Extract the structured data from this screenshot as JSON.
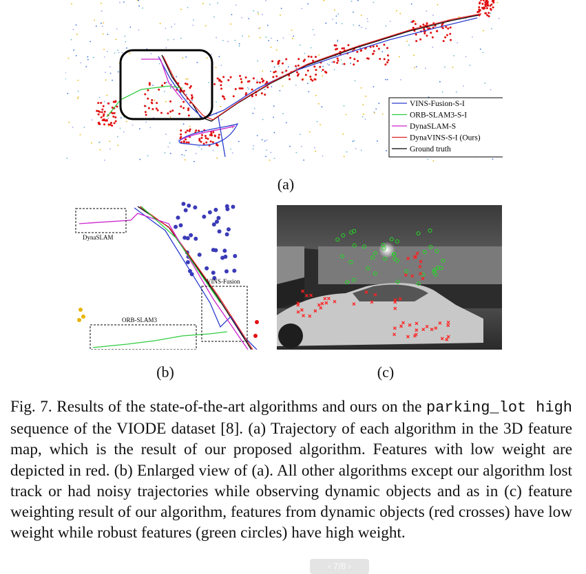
{
  "figure_a": {
    "label": "(a)",
    "legend": [
      {
        "name": "VINS-Fusion-S-I",
        "color": "#2a3ccf"
      },
      {
        "name": "ORB-SLAM3-S-I",
        "color": "#2ecc40"
      },
      {
        "name": "DynaSLAM-S",
        "color": "#cc22cc"
      },
      {
        "name": "DynaVINS-S-I (Ours)",
        "color": "#e02020"
      },
      {
        "name": "Ground truth",
        "color": "#000000"
      }
    ]
  },
  "figure_b": {
    "label": "(b)",
    "annotations": [
      "DynaSLAM",
      "VINS-Fusion",
      "ORB-SLAM3"
    ]
  },
  "figure_c": {
    "label": "(c)"
  },
  "caption": {
    "part1": "Fig. 7. Results of the state-of-the-art algorithms and ours on the ",
    "code": "parking_lot high",
    "part2": " sequence of the VIODE dataset [8]. (a) Trajectory of each algorithm in the 3D feature map, which is the result of our proposed algorithm. Features with low weight are depicted in red. (b) Enlarged view of (a). All other algorithms except our algorithm lost track or had noisy trajectories while observing dynamic objects and as in (c) feature weighting result of our algorithm, features from dynamic objects (red crosses) have low weight while robust features (green circles) have high weight."
  },
  "page_indicator": "‹ 7/8 ›",
  "colors": {
    "feature_red": "#e01010",
    "feature_blue": "#3a6fd8",
    "feature_yellow": "#e8b400",
    "high_weight": "#22dd22",
    "low_weight": "#ff2020"
  }
}
